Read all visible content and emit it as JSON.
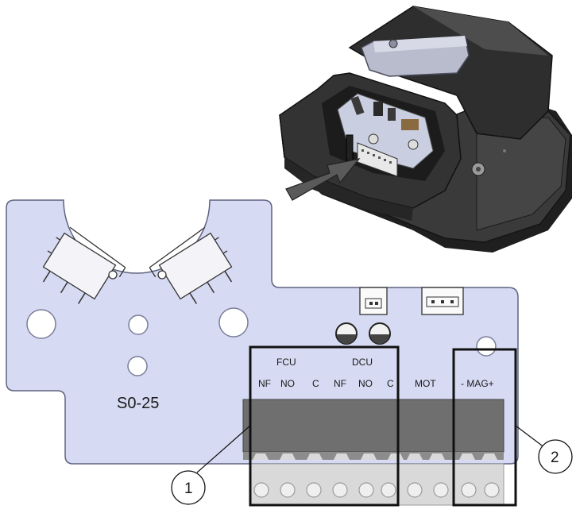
{
  "colors": {
    "board": "#d6daf2",
    "board_edge": "#5f6380",
    "terminal_dark": "#6f6f6f",
    "terminal_mid": "#8c8c8c",
    "terminal_light": "#d9d9d9",
    "device_dark": "#2e2e2e",
    "device_mid": "#4a4a4a",
    "callout_box": "#111111"
  },
  "board": {
    "model_label": "S0-25"
  },
  "terminals": {
    "group_fcu": "FCU",
    "group_dcu": "DCU",
    "fcu_nf": "NF",
    "fcu_no": "NO",
    "fcu_c": "C",
    "dcu_nf": "NF",
    "dcu_no": "NO",
    "dcu_c": "C",
    "mot": "MOT",
    "mag": "- MAG+"
  },
  "callouts": {
    "one": "1",
    "two": "2"
  },
  "icons": {
    "actuator": "actuator-device-icon",
    "arrow": "insert-arrow-icon"
  }
}
